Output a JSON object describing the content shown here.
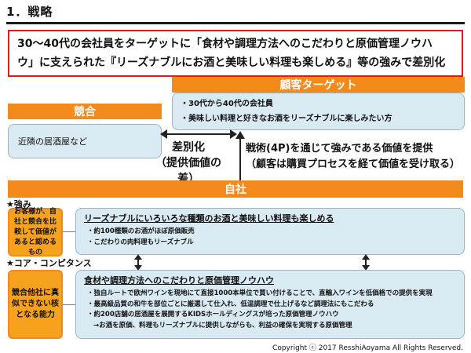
{
  "page": {
    "title": "1．戦略",
    "copyright": "Copyright ⓒ 2017 ResshiAoyama All Rights Reserved."
  },
  "summary": {
    "line1": "30～40代の会社員をターゲットに「食材や調理方法へのこだわりと原価管理ノウハ",
    "line2": "ウ」に支えられた『リーズナブルにお酒と美味しい料理も楽しめる』等の強みで差別化"
  },
  "customer": {
    "label": "顧客ターゲット",
    "items": [
      "・30代から40代の会社員",
      "・美味しい料理と好きなお酒をリーズナブルに楽しみたい方"
    ]
  },
  "competitor": {
    "label": "競合",
    "description": "近隣の居酒屋など"
  },
  "differentiation": {
    "line1": "差別化",
    "line2": "（提供価値の差）"
  },
  "tactics": {
    "line1": "戦術(4P)を通じて強みである価値を提供",
    "line2": "（顧客は購買プロセスを経て価値を受け取る）"
  },
  "company": {
    "label": "自社"
  },
  "strength": {
    "section_label": "★強み",
    "side_text": "お客様が、自社と競合を比較して価値があると認めるもの",
    "heading": "リーズナブルにいろいろな種類のお酒と美味しい料理も楽しめる",
    "items": [
      "・約100種類のお酒がほぼ原価販売",
      "・こだわりの肉料理もリーズナブル"
    ]
  },
  "core": {
    "section_label": "★コア・コンピタンス",
    "side_text": "競合他社に真似できない核となる能力",
    "heading": "食材や調理方法へのこだわりと原価管理ノウハウ",
    "items": [
      "・独自ルートで欧州ワインを現地にて直接1000本単位で買い付けることで、直輸入ワインを低価格での提供を実現",
      "・最高級品質の和牛を部位ごとに厳選して仕入れ、低温調理で仕上げるなど調理法にもこだわる",
      "・約200店舗の居酒屋を展開するKIDSホールディングスが培った原価管理ノウハウ",
      "→お酒を原価、料理もリーズナブルに提供しながらも、利益の確保を実現する原価管理"
    ]
  }
}
